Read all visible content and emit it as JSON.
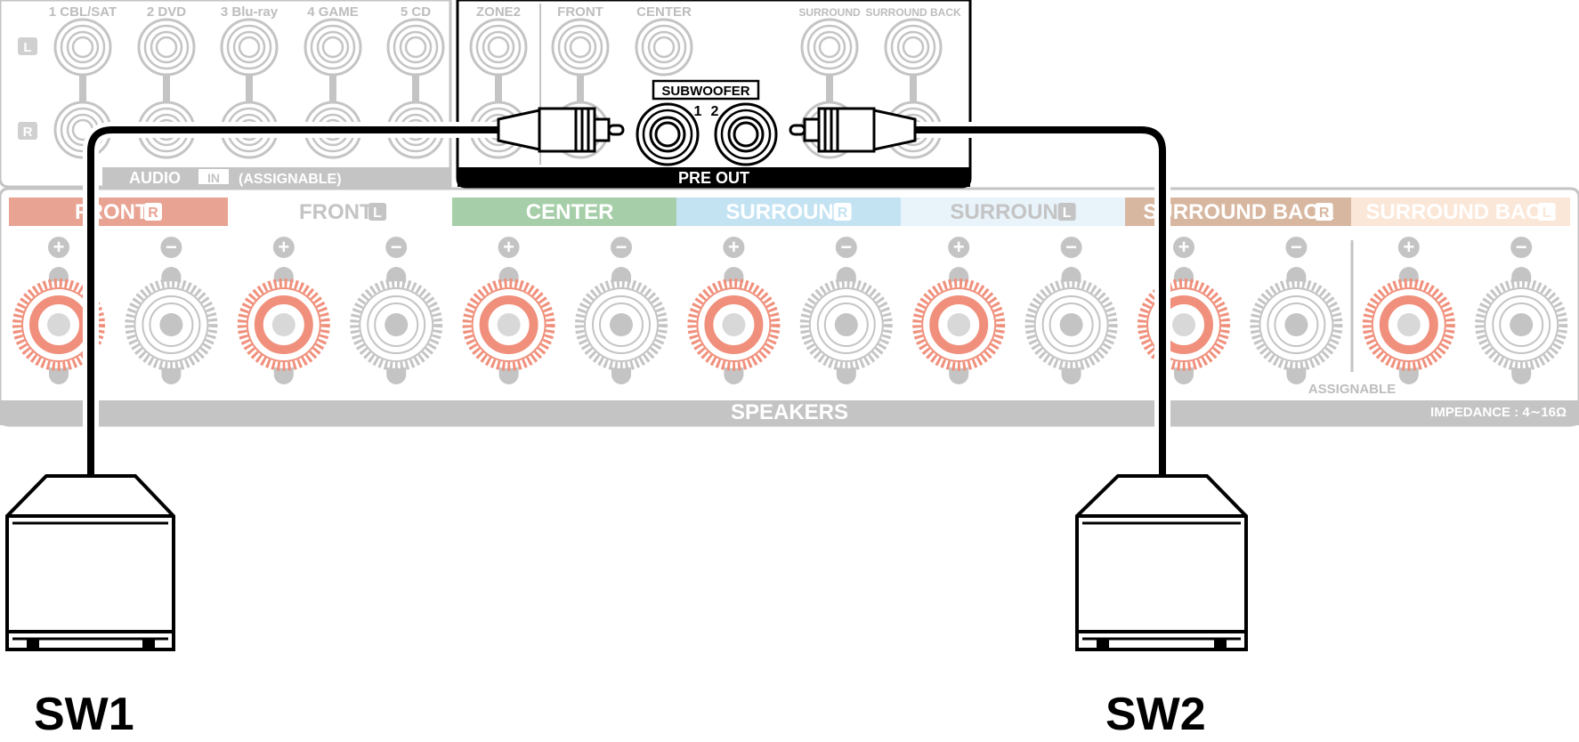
{
  "audio_in": {
    "inputs": [
      "1 CBL/SAT",
      "2 DVD",
      "3 Blu-ray",
      "4 GAME",
      "5 CD"
    ],
    "row_left": "L",
    "row_right": "R",
    "label": "AUDIO",
    "in_badge": "IN",
    "assignable": "(ASSIGNABLE)"
  },
  "pre_out": {
    "columns": [
      "ZONE2",
      "FRONT",
      "CENTER",
      "SURROUND",
      "SURROUND BACK"
    ],
    "subwoofer_label": "SUBWOOFER",
    "sub_num_1": "1",
    "sub_num_2": "2",
    "label": "PRE OUT"
  },
  "speakers": {
    "channels": [
      {
        "name": "FRONT",
        "side": "R",
        "color": "#e9a393"
      },
      {
        "name": "FRONT",
        "side": "L",
        "color": "#ffffff"
      },
      {
        "name": "CENTER",
        "side": "",
        "color": "#a6cfa9"
      },
      {
        "name": "SURROUND",
        "side": "R",
        "color": "#c3e3f2"
      },
      {
        "name": "SURROUND",
        "side": "L",
        "color": "#e8f3fa"
      },
      {
        "name": "SURROUND BACK",
        "side": "R",
        "color": "#d8b7a0"
      },
      {
        "name": "SURROUND BACK",
        "side": "L",
        "color": "#fbe7d8"
      }
    ],
    "plus": "+",
    "minus": "−",
    "assignable": "ASSIGNABLE",
    "label": "SPEAKERS",
    "impedance": "IMPEDANCE : 4∼16Ω"
  },
  "subwoofers": [
    {
      "label": "SW1"
    },
    {
      "label": "SW2"
    }
  ],
  "colors": {
    "panel_gray": "#c4c4c4",
    "terminal_red": "#f0907c",
    "cable": "#000000"
  }
}
